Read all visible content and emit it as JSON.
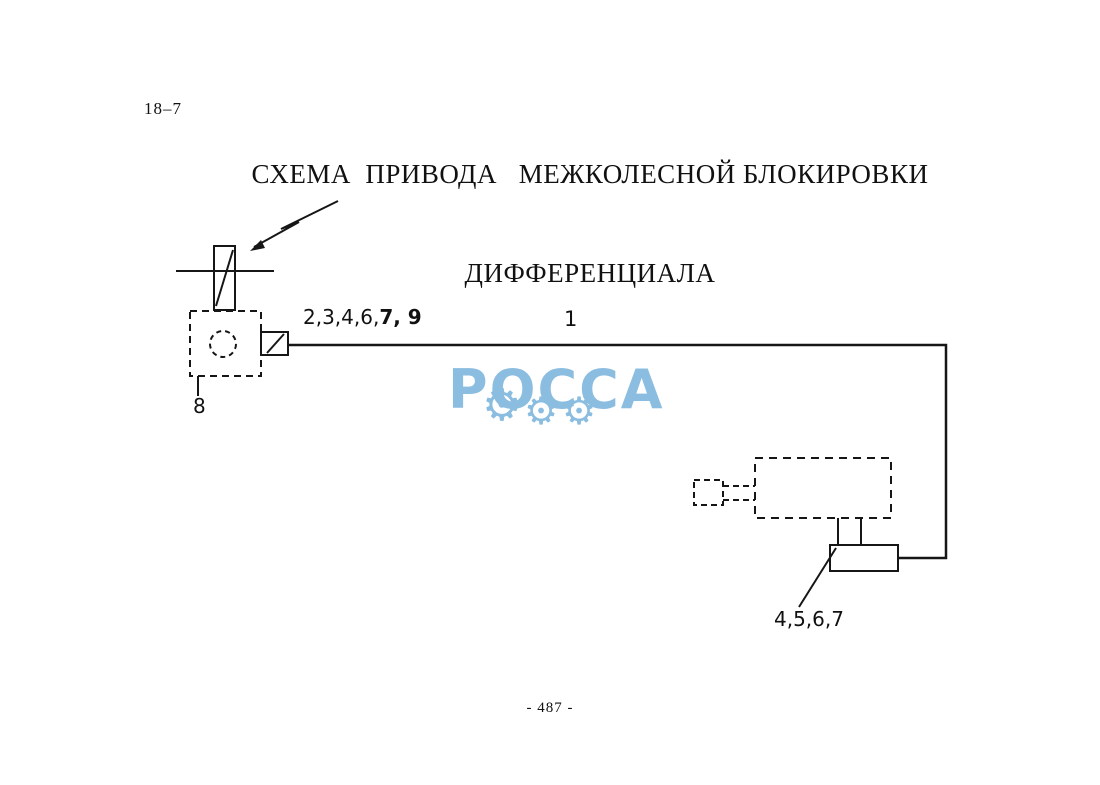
{
  "page": {
    "ref": "18–7",
    "title_line1": "СХЕМА  ПРИВОДА   МЕЖКОЛЕСНОЙ БЛОКИРОВКИ",
    "title_line2": "ДИФФЕРЕНЦИАЛА",
    "page_number": "- 487 -"
  },
  "diagram": {
    "labels": {
      "control_valve": "8",
      "pipe_fitting_normal": "2,3,4,6,",
      "pipe_fitting_bold": "7, 9",
      "main_pipe": "1",
      "cylinder_fitting": "4,5,6,7"
    }
  },
  "watermark": {
    "text": "РОССА",
    "color": "#7cb4dc",
    "gear_icon": "⚙"
  }
}
